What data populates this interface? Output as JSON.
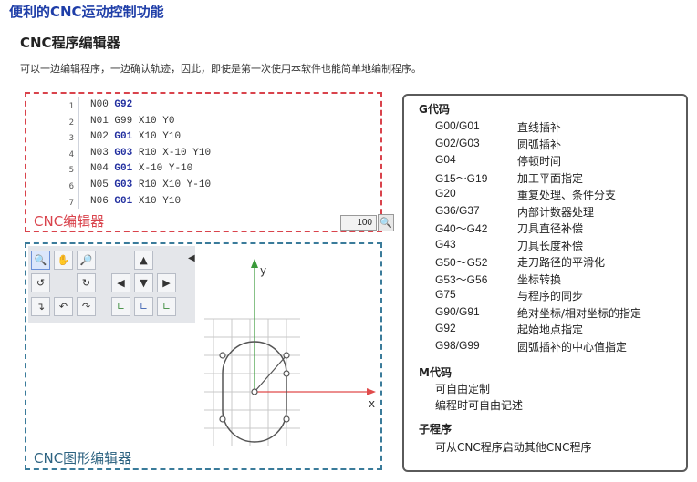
{
  "page": {
    "heading": "便利的CNC运动控制功能",
    "subheading": "CNC程序编辑器",
    "description": "可以一边编辑程序，一边确认轨迹，因此，即使是第一次使用本软件也能简单地编制程序。"
  },
  "editor": {
    "label": "CNC编辑器",
    "zoom_value": "100",
    "line_numbers": [
      "1",
      "2",
      "3",
      "4",
      "5",
      "6",
      "7"
    ],
    "lines": [
      {
        "n": "N00",
        "cmd": "G92",
        "args": ""
      },
      {
        "n": "N01",
        "cmd": "G99",
        "args": "X10 Y0",
        "plain": true
      },
      {
        "n": "N02",
        "cmd": "G01",
        "args": "X10 Y10"
      },
      {
        "n": "N03",
        "cmd": "G03",
        "args": "R10 X-10 Y10"
      },
      {
        "n": "N04",
        "cmd": "G01",
        "args": "X-10 Y-10"
      },
      {
        "n": "N05",
        "cmd": "G03",
        "args": "R10 X10 Y-10"
      },
      {
        "n": "N06",
        "cmd": "G01",
        "args": "X10 Y10"
      }
    ]
  },
  "graphic_editor": {
    "label": "CNC图形编辑器",
    "axis_x": "x",
    "axis_y": "y",
    "toolbar_icons": [
      "zoom-in-icon",
      "pan-icon",
      "zoom-out-icon",
      "move-up-icon",
      "rotate-left-icon",
      "rotate-right-icon",
      "move-left-icon",
      "move-down-icon",
      "move-right-icon",
      "arc-cw-icon",
      "arc-ccw-icon",
      "arc-icon",
      "line-xy-icon",
      "line-yz-icon",
      "line-zx-icon"
    ]
  },
  "reference": {
    "g_title": "G代码",
    "g_codes": [
      {
        "code": "G00/G01",
        "desc": "直线插补"
      },
      {
        "code": "G02/G03",
        "desc": "圆弧插补"
      },
      {
        "code": "G04",
        "desc": "停顿时间"
      },
      {
        "code": "G15～G19",
        "desc": "加工平面指定"
      },
      {
        "code": "G20",
        "desc": "重复处理、条件分支"
      },
      {
        "code": "G36/G37",
        "desc": "内部计数器处理"
      },
      {
        "code": "G40～G42",
        "desc": "刀具直径补偿"
      },
      {
        "code": "G43",
        "desc": "刀具长度补偿"
      },
      {
        "code": "G50～G52",
        "desc": "走刀路径的平滑化"
      },
      {
        "code": "G53～G56",
        "desc": "坐标转换"
      },
      {
        "code": "G75",
        "desc": "与程序的同步"
      },
      {
        "code": "G90/G91",
        "desc": "绝对坐标/相对坐标的指定"
      },
      {
        "code": "G92",
        "desc": "起始地点指定"
      },
      {
        "code": "G98/G99",
        "desc": "圆弧插补的中心值指定"
      }
    ],
    "m_title": "M代码",
    "m_lines": [
      "可自由定制",
      "编程时可自由记述"
    ],
    "sub_title": "子程序",
    "sub_lines": [
      "可从CNC程序启动其他CNC程序"
    ]
  }
}
